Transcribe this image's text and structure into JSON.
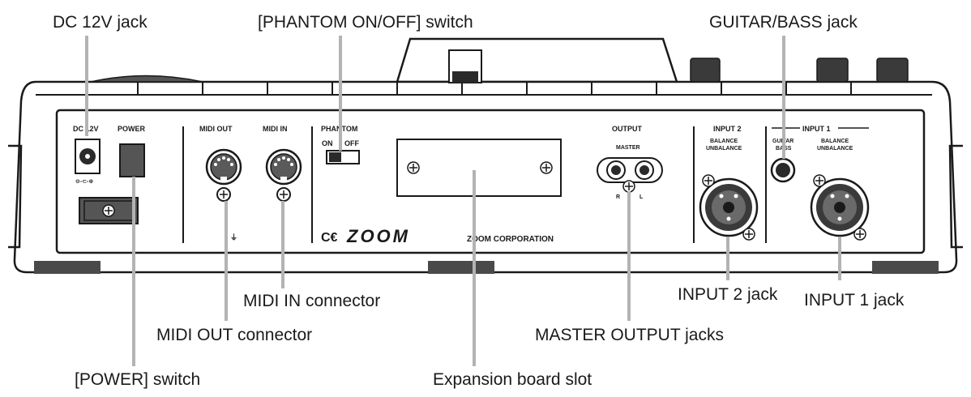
{
  "callouts": {
    "dc12v_jack": "DC 12V jack",
    "phantom_switch": "[PHANTOM ON/OFF] switch",
    "guitar_bass_jack": "GUITAR/BASS jack",
    "midi_in_connector": "MIDI IN connector",
    "midi_out_connector": "MIDI OUT connector",
    "power_switch": "[POWER] switch",
    "expansion_slot": "Expansion board slot",
    "master_output_jacks": "MASTER OUTPUT jacks",
    "input2_jack": "INPUT 2 jack",
    "input1_jack": "INPUT 1 jack"
  },
  "panel": {
    "dc12v": "DC 12V",
    "power": "POWER",
    "polarity": "⊖-⊂-⊕",
    "midi_out": "MIDI OUT",
    "midi_in": "MIDI IN",
    "phantom": "PHANTOM",
    "on": "ON",
    "off": "OFF",
    "output": "OUTPUT",
    "master": "MASTER",
    "r": "R",
    "l": "L",
    "input2": "INPUT 2",
    "input1": "INPUT 1",
    "balance": "BALANCE",
    "unbalance": "UNBALANCE",
    "guitar": "GUITAR",
    "bass": "BASS",
    "ground": "⏚",
    "ce": "C€",
    "zoom_logo": "ZOOM",
    "zoom_corp": "ZOOM CORPORATION"
  },
  "colors": {
    "outline": "#1a1a1a",
    "leader": "#b3b3b3",
    "feet": "#4a4a4a",
    "jack_dark": "#3a3a3a"
  }
}
